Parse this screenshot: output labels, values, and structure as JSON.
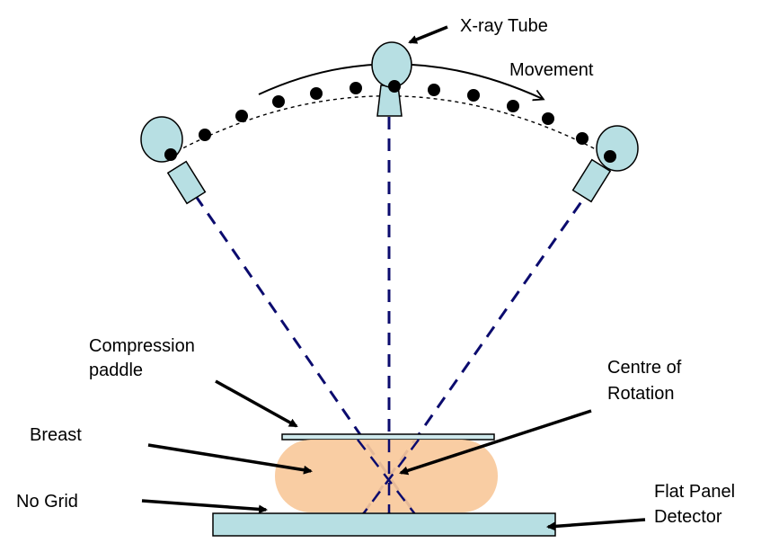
{
  "labels": {
    "xray_tube": "X-ray Tube",
    "movement": "Movement",
    "compression_line1": "Compression",
    "compression_line2": "paddle",
    "centre_line1": "Centre of",
    "centre_line2": "Rotation",
    "breast": "Breast",
    "no_grid": "No Grid",
    "detector_line1": "Flat Panel",
    "detector_line2": "Detector"
  },
  "colors": {
    "tube": "#b7dfe3",
    "breast": "#f9c99b",
    "beam": "#0b0b6e",
    "outline": "#000000"
  }
}
